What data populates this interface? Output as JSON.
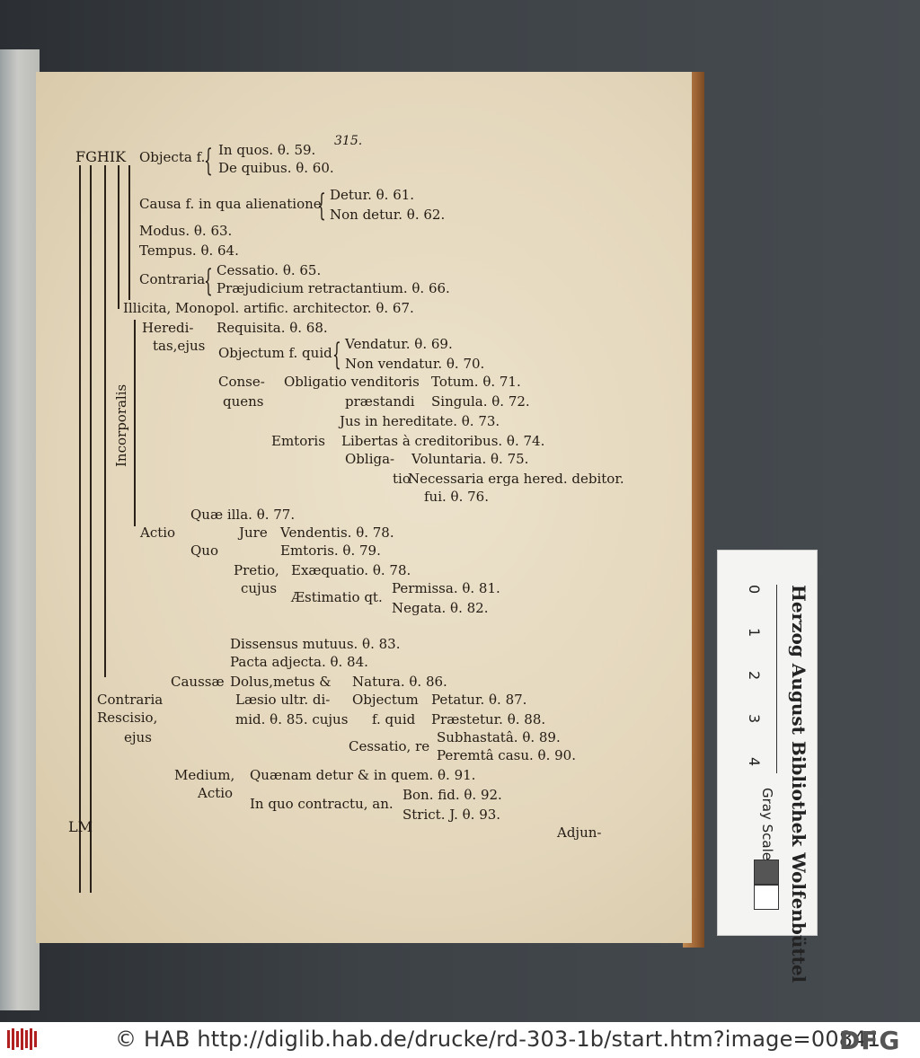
{
  "page": {
    "number": "315.",
    "header_letters": "FGHIK",
    "footer_letters": "LM",
    "catchword": "Adjun-",
    "incorporalis": "Incorporalis",
    "lines": {
      "objecta": "Objecta f.",
      "in_quos": "In quos. θ. 59.",
      "de_quibus": "De quibus. θ. 60.",
      "causa": "Causa f. in qua alienatione",
      "detur": "Detur. θ. 61.",
      "non_detur": "Non detur. θ. 62.",
      "modus": "Modus. θ. 63.",
      "tempus": "Tempus. θ. 64.",
      "contraria": "Contraria",
      "cessatio": "Cessatio. θ. 65.",
      "praejudicium": "Præjudicium retractantium. θ. 66.",
      "illicita": "Illicita, Monopol. artific. architector. θ. 67.",
      "heredi": "Heredi-",
      "tas_ejus": "tas,ejus",
      "requisita": "Requisita. θ. 68.",
      "objectum_quid": "Objectum f. quid",
      "vendatur": "Vendatur. θ. 69.",
      "non_vendatur": "Non vendatur. θ. 70.",
      "conse": "Conse-",
      "quens": "quens",
      "obligatio_venditoris": "Obligatio venditoris",
      "praestandi": "præstandi",
      "totum": "Totum. θ. 71.",
      "singula": "Singula. θ. 72.",
      "jus_in": "Jus in hereditate. θ. 73.",
      "emtoris": "Emtoris",
      "libertas": "Libertas à creditoribus. θ. 74.",
      "obliga": "Obliga-",
      "tio": "tio",
      "voluntaria": "Voluntaria. θ. 75.",
      "necessaria": "Necessaria erga hered. debitor.",
      "sui": "fui. θ. 76.",
      "actio": "Actio",
      "quae_illa": "Quæ illa. θ. 77.",
      "quo": "Quo",
      "jure": "Jure",
      "vendentis": "Vendentis. θ. 78.",
      "emtoris79": "Emtoris. θ. 79.",
      "pretio": "Pretio,",
      "cujus": "cujus",
      "exaequatio": "Exæquatio. θ. 78.",
      "aestimatio": "Æstimatio qt.",
      "permissa": "Permissa. θ. 81.",
      "negata": "Negata. θ. 82.",
      "dissensus": "Dissensus mutuus. θ. 83.",
      "pacta": "Pacta adjecta. θ. 84.",
      "caussae": "Caussæ",
      "dolus": "Dolus,metus &",
      "natura": "Natura. θ. 86.",
      "laesio": "Læsio ultr. di-",
      "objectum2": "Objectum",
      "petatur": "Petatur. θ. 87.",
      "contraria2": "Contraria",
      "rescisio": "Rescisio,",
      "ejus": "ejus",
      "mid": "mid. θ. 85. cujus",
      "f_quid": "f. quid",
      "praestetur": "Præstetur. θ. 88.",
      "cessatio_re": "Cessatio, re",
      "subhastata": "Subhastatâ. θ. 89.",
      "peremta": "Peremtâ casu. θ. 90.",
      "medium": "Medium,",
      "actio2": "Actio",
      "quaenam": "Quænam detur & in quem. θ. 91.",
      "in_quo": "In quo contractu, an.",
      "bon_fid": "Bon. fid. θ. 92.",
      "strict": "Strict. J. θ. 93."
    }
  },
  "scale": {
    "title": "Herzog August Bibliothek Wolfenbüttel",
    "numbers": [
      "0",
      "1",
      "2",
      "3",
      "4"
    ],
    "gray_label": "Gray Scale"
  },
  "footer": {
    "text": "© HAB http://diglib.hab.de/drucke/rd-303-1b/start.htm?image=00841",
    "dfg": "DFG"
  }
}
